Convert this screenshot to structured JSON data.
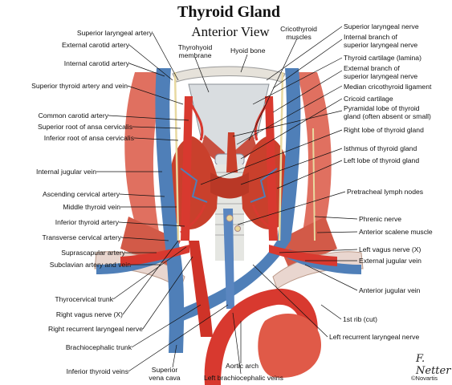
{
  "title": "Thyroid Gland",
  "subtitle": "Anterior View",
  "labels": {
    "superior_laryngeal_artery": "Superior laryngeal artery",
    "external_carotid_artery": "External carotid artery",
    "internal_carotid_artery": "Internal carotid artery",
    "superior_thyroid_artery_vein": "Superior thyroid artery and vein",
    "common_carotid_artery": "Common carotid artery",
    "superior_root_ansa": "Superior root of ansa cervicalis",
    "inferior_root_ansa": "Inferior root of ansa cervicalis",
    "internal_jugular_vein": "Internal jugular vein",
    "ascending_cervical_artery": "Ascending cervical artery",
    "middle_thyroid_vein": "Middle thyroid vein",
    "inferior_thyroid_artery": "Inferior thyroid artery",
    "transverse_cervical_artery": "Transverse cervical artery",
    "suprascapular_artery": "Suprascapular artery",
    "subclavian_artery_vein": "Subclavian artery and vein",
    "thyrocervical_trunk": "Thyrocervical trunk",
    "right_vagus_nerve": "Right vagus nerve (X)",
    "right_recurrent_laryngeal": "Right recurrent laryngeal nerve",
    "brachiocephalic_trunk": "Brachiocephalic trunk",
    "inferior_thyroid_veins": "Inferior thyroid veins",
    "superior_vena_cava_1": "Superior",
    "superior_vena_cava_2": "vena cava",
    "aortic_arch": "Aortic arch",
    "left_brachiocephalic_veins": "Left brachiocephalic veins",
    "thyrohyoid_membrane_1": "Thyrohyoid",
    "thyrohyoid_membrane_2": "membrane",
    "hyoid_bone": "Hyoid bone",
    "cricothyroid_muscles_1": "Cricothyroid",
    "cricothyroid_muscles_2": "muscles",
    "superior_laryngeal_nerve": "Superior laryngeal nerve",
    "internal_branch_1": "Internal branch of",
    "internal_branch_2": "superior laryngeal nerve",
    "thyroid_cartilage": "Thyroid cartilage (lamina)",
    "external_branch_1": "External branch of",
    "external_branch_2": "superior laryngeal nerve",
    "median_cricothyroid": "Median cricothyroid ligament",
    "cricoid_cartilage": "Cricoid cartilage",
    "pyramidal_lobe_1": "Pyramidal lobe of thyroid",
    "pyramidal_lobe_2": "gland (often absent or small)",
    "right_lobe": "Right lobe of thyroid gland",
    "isthmus": "Isthmus of thyroid gland",
    "left_lobe": "Left lobe of thyroid gland",
    "pretracheal_nodes": "Pretracheal lymph nodes",
    "phrenic_nerve": "Phrenic nerve",
    "anterior_scalene": "Anterior scalene muscle",
    "left_vagus_nerve": "Left vagus nerve (X)",
    "external_jugular_vein": "External jugular vein",
    "anterior_jugular_vein": "Anterior jugular vein",
    "first_rib": "1st rib (cut)",
    "left_recurrent_laryngeal": "Left recurrent laryngeal nerve"
  },
  "signature": "F. Netter",
  "copyright": "©Novartis",
  "colors": {
    "artery": "#d8392f",
    "vein": "#4f7fb8",
    "thyroid": "#c9402c",
    "cartilage": "#d9dde0",
    "muscle": "#e07060",
    "nerve": "#e8d9a0"
  }
}
